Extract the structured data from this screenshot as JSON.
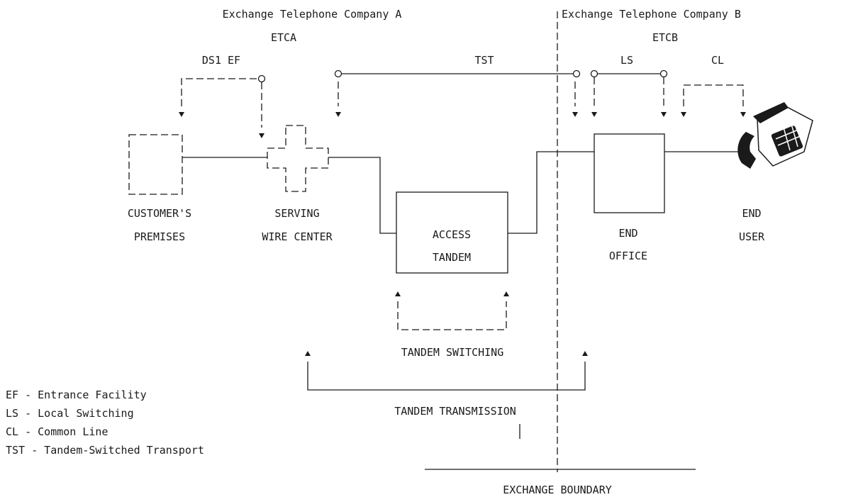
{
  "headers": {
    "company_a_name": "Exchange Telephone Company A",
    "company_a_abbr": "ETCA",
    "company_b_name": "Exchange Telephone Company B",
    "company_b_abbr": "ETCB"
  },
  "segments": {
    "ds1_ef": "DS1 EF",
    "tst": "TST",
    "ls": "LS",
    "cl": "CL"
  },
  "nodes": {
    "customer_premises": [
      "CUSTOMER'S",
      "PREMISES"
    ],
    "serving_wire_center": [
      "SERVING",
      "WIRE CENTER"
    ],
    "access_tandem": [
      "ACCESS",
      "TANDEM"
    ],
    "end_office": [
      "END",
      "OFFICE"
    ],
    "end_user": [
      "END",
      "USER"
    ]
  },
  "spans": {
    "tandem_switching": "TANDEM SWITCHING",
    "tandem_transmission": "TANDEM TRANSMISSION",
    "exchange_boundary": "EXCHANGE BOUNDARY"
  },
  "legend": [
    "EF - Entrance Facility",
    "LS - Local Switching",
    "CL - Common Line",
    "TST - Tandem-Switched Transport"
  ],
  "icons": {
    "end_user_device": "telephone-icon"
  }
}
